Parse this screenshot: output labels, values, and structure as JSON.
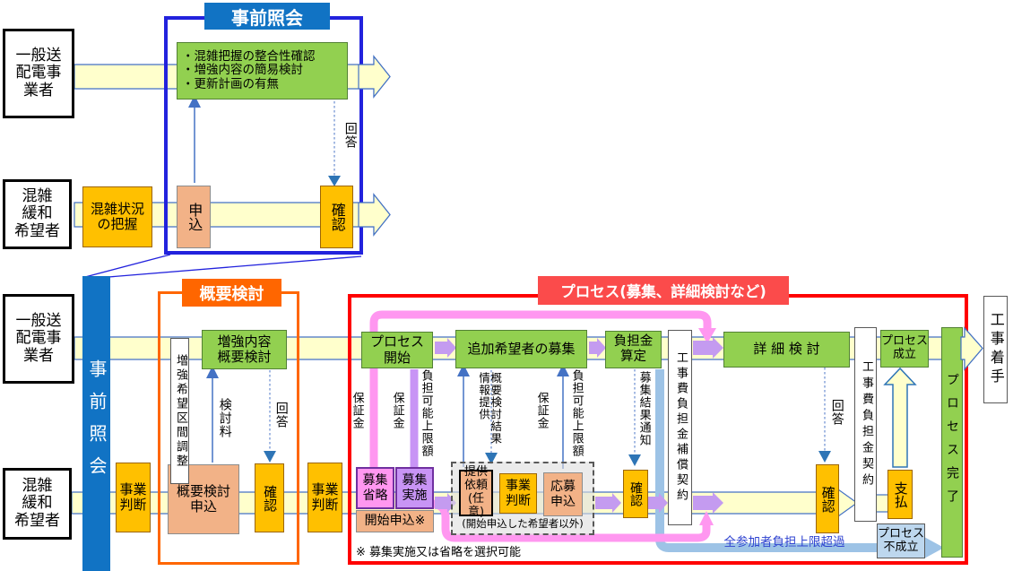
{
  "top": {
    "title": "事前照会",
    "actor_utility": "一般送\n配電事\n業者",
    "actor_applicant": "混雑\n緩和\n希望者",
    "review_items": "・混雑把握の整合性確認\n・増強内容の簡易検討\n・更新計画の有無",
    "grasp": "混雑状況\nの把握",
    "apply": "申込",
    "confirm": "確認",
    "answer": "回答"
  },
  "bottom": {
    "bar_title": "事前照会",
    "actor_utility": "一般送\n配電事\n業者",
    "actor_applicant": "混雑\n緩和\n希望者",
    "construction_start": "工事着手",
    "overview": {
      "title": "概要検討",
      "interval_adjust": "増強希望区間調整",
      "study": "増強内容\n概要検討",
      "fee": "検討料",
      "answer": "回答",
      "decision1": "事業\n判断",
      "apply": "概要検討\n申込",
      "confirm": "確認",
      "decision2": "事業\n判断"
    },
    "process": {
      "title": "プロセス(募集、詳細検討など)",
      "start": "プロセス\n開始",
      "recruit": "追加希望者の募集",
      "calc": "負担金\n算定",
      "detail": "詳 細 検 討",
      "established": "プロセス\n成立",
      "completed": "プロセス完了",
      "compensation": "工事費負担金補償契約",
      "contract": "工事費負担金契約",
      "skip": "募集\n省略",
      "execute": "募集\n実施",
      "start_apply": "開始申込※",
      "deposit_a": "保証金",
      "deposit_b": "保証金",
      "deposit_c": "保証金",
      "limit_a": "負担可能上限額",
      "limit_b": "負担可能上限額",
      "info_provide": "概要検討結果\n情報提供",
      "result_notice": "募集結果通知",
      "request": "提供\n依頼\n(任意)",
      "decision": "事業\n判断",
      "apply2": "応募\n申込",
      "caption": "(開始申込した希望者以外)",
      "confirm1": "確認",
      "confirm2": "確認",
      "answer": "回答",
      "pay": "支払",
      "failed": "プロセス\n不成立",
      "over_limit": "全参加者負担上限超過",
      "note": "※ 募集実施又は省略を選択可能"
    }
  },
  "colors": {
    "frame_blue": "#2222DD",
    "header_blue": "#1173C4",
    "frame_orange": "#FF6600",
    "frame_red": "#FF0000",
    "header_red": "#FB4B4B",
    "box_green": "#92D050",
    "box_orange": "#FFC000",
    "box_salmon": "#F2B287",
    "box_pink": "#FF97F0",
    "box_purple": "#C894F5",
    "arrow_light_blue": "#9DC3E6",
    "band_yellow": "#FFFFCC",
    "over_limit_text": "#2F43D0"
  }
}
